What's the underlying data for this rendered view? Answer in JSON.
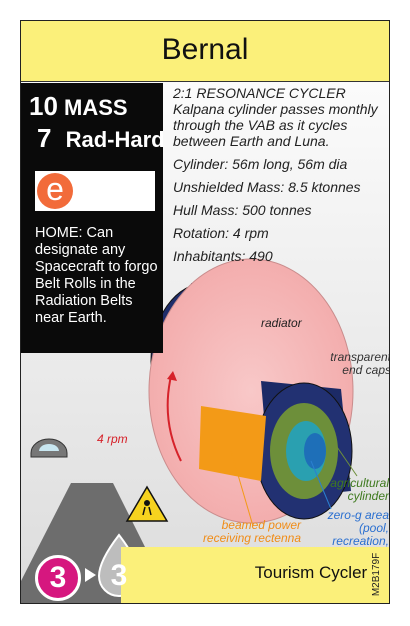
{
  "card": {
    "title": "Bernal",
    "mass_value": "10",
    "mass_label": "MASS",
    "radhard_value": "7",
    "radhard_label": "Rad-Hard",
    "type_glyph": "e",
    "home_text": "HOME: Can designate any Spacecraft to forgo Belt Rolls in the Radiation Belts near Earth.",
    "desc_head": "2:1 RESONANCE CYCLER",
    "desc_body": "Kalpana cylinder passes monthly through the VAB as it cycles between Earth and Luna.",
    "cylinder": "Cylinder: 56m long, 56m dia",
    "unshielded": "Unshielded Mass: 8.5 ktonnes",
    "hull": "Hull Mass: 500 tonnes",
    "rotation": "Rotation: 4 rpm",
    "inhabitants": "Inhabitants: 490",
    "subtitle": "Tourism Cycler",
    "code": "M2B179F",
    "fuel_left": "3",
    "fuel_right": "3",
    "colors": {
      "yellow": "#fbf07a",
      "black": "#0a0a0a",
      "orange": "#f26b3a",
      "magenta": "#d6177f"
    }
  },
  "diagram": {
    "radiator": "radiator",
    "end_caps": "transparent end caps",
    "rpm": "4 rpm",
    "agricultural": "agricultural cylinder",
    "zerog": "zero-g area (pool, recreation, facility)",
    "rectenna": "beamed power receiving rectenna"
  },
  "icons": [
    "dome-icon",
    "warning-sign-icon",
    "arrow-right-icon"
  ]
}
